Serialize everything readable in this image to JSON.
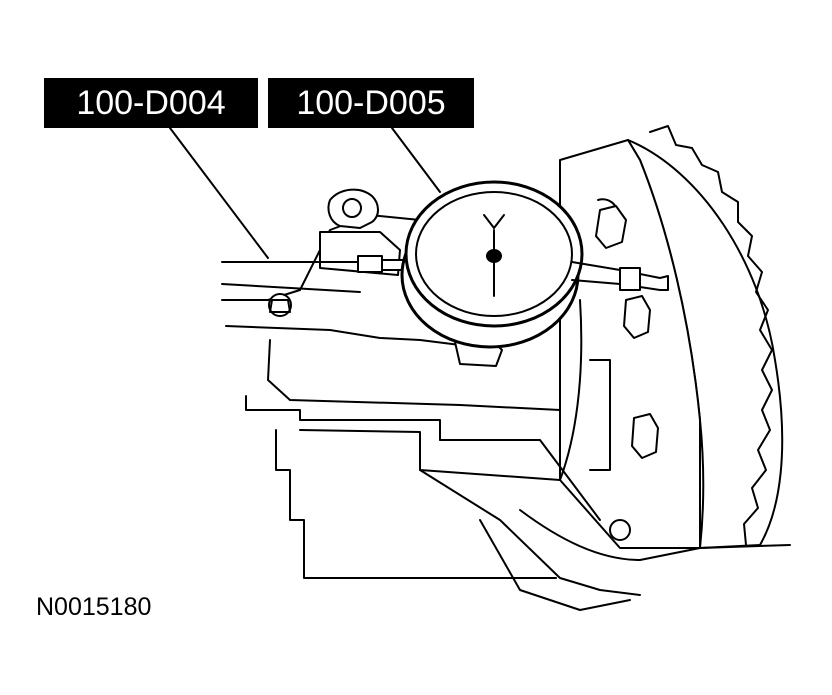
{
  "callouts": [
    {
      "label": "100-D004"
    },
    {
      "label": "100-D005"
    }
  ],
  "figure_code": "N0015180",
  "colors": {
    "ink": "#000000",
    "background": "#ffffff",
    "label_fill": "#000000",
    "label_text": "#ffffff"
  }
}
